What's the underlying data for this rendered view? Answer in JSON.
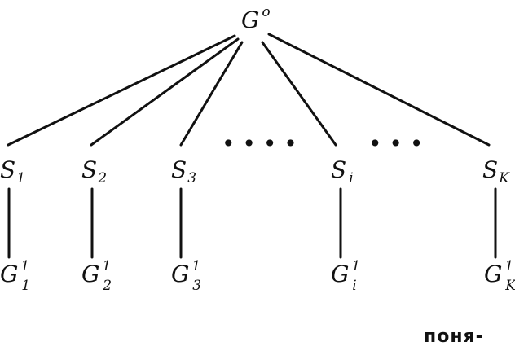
{
  "root": {
    "base": "G",
    "sup": "o"
  },
  "strategies": [
    {
      "base": "S",
      "sub": "1"
    },
    {
      "base": "S",
      "sub": "2"
    },
    {
      "base": "S",
      "sub": "3"
    },
    {
      "base": "S",
      "sub": "i"
    },
    {
      "base": "S",
      "sub": "K"
    }
  ],
  "children": [
    {
      "base": "G",
      "sup": "1",
      "sub": "1"
    },
    {
      "base": "G",
      "sup": "1",
      "sub": "2"
    },
    {
      "base": "G",
      "sup": "1",
      "sub": "3"
    },
    {
      "base": "G",
      "sup": "1",
      "sub": "i"
    },
    {
      "base": "G",
      "sup": "1",
      "sub": "K"
    }
  ],
  "ellipses": [
    "• • • •",
    "• • •"
  ],
  "caption": "поня-"
}
